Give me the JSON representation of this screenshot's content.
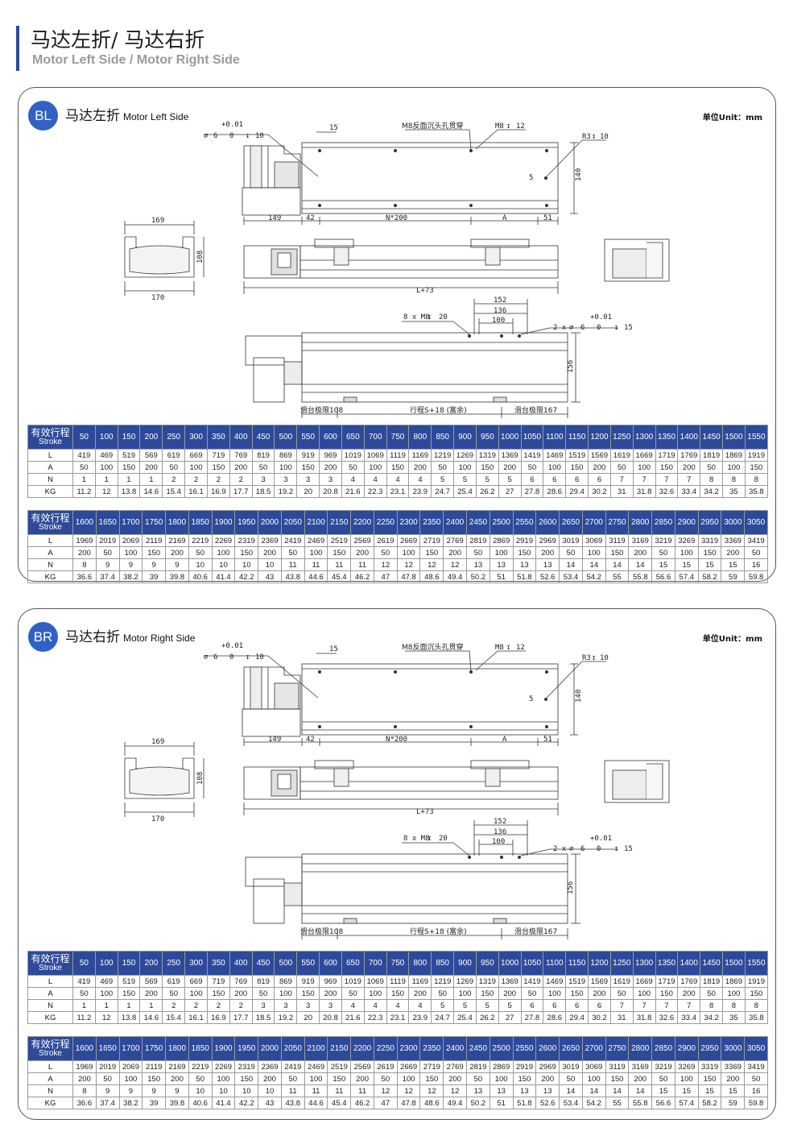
{
  "header": {
    "title": "马达左折/ 马达右折",
    "subtitle": "Motor Left Side / Motor Right Side"
  },
  "colors": {
    "accent": "#2d4a9a",
    "badge": "#2f62c4"
  },
  "dimensions": {
    "tol": "+0.01",
    "hole_dia": "6",
    "hole_tol0": "0",
    "depth10": "10",
    "d15": "15",
    "m8_thru": "M8反面沉头孔贯穿",
    "m8": "M8",
    "d12": "12",
    "r3": "R3",
    "r3_depth": "10",
    "d140": "140",
    "d5": "5",
    "d149": "149",
    "d42": "42",
    "n200": "N*200",
    "a": "A",
    "d51": "51",
    "d169": "169",
    "d108": "108",
    "d170": "170",
    "l73": "L+73",
    "d152": "152",
    "d136": "136",
    "d100": "100",
    "m8x8": "8 x M8",
    "d20": "20",
    "x2": "2 x",
    "d156": "156",
    "limit108": "滑台极限108",
    "stroke_s18": "行程S+18 (富余)",
    "limit167": "滑台极限167"
  },
  "sections": [
    {
      "badge": "BL",
      "title_cn": "马达左折",
      "title_en": "Motor Left Side",
      "unit": "单位Unit：mm"
    },
    {
      "badge": "BR",
      "title_cn": "马达右折",
      "title_en": "Motor Right Side",
      "unit": "单位Unit：mm"
    }
  ],
  "table": {
    "label_cn": "有效行程",
    "label_en": "Stroke",
    "rows_labels": [
      "L",
      "A",
      "N",
      "KG"
    ],
    "part1": {
      "stroke": [
        "50",
        "100",
        "150",
        "200",
        "250",
        "300",
        "350",
        "400",
        "450",
        "500",
        "550",
        "600",
        "650",
        "700",
        "750",
        "800",
        "850",
        "900",
        "950",
        "1000",
        "1050",
        "1100",
        "1150",
        "1200",
        "1250",
        "1300",
        "1350",
        "1400",
        "1450",
        "1500",
        "1550"
      ],
      "L": [
        "419",
        "469",
        "519",
        "569",
        "619",
        "669",
        "719",
        "769",
        "819",
        "869",
        "919",
        "969",
        "1019",
        "1069",
        "1119",
        "1169",
        "1219",
        "1269",
        "1319",
        "1369",
        "1419",
        "1469",
        "1519",
        "1569",
        "1619",
        "1669",
        "1719",
        "1769",
        "1819",
        "1869",
        "1919"
      ],
      "A": [
        "50",
        "100",
        "150",
        "200",
        "50",
        "100",
        "150",
        "200",
        "50",
        "100",
        "150",
        "200",
        "50",
        "100",
        "150",
        "200",
        "50",
        "100",
        "150",
        "200",
        "50",
        "100",
        "150",
        "200",
        "50",
        "100",
        "150",
        "200",
        "50",
        "100",
        "150"
      ],
      "N": [
        "1",
        "1",
        "1",
        "1",
        "2",
        "2",
        "2",
        "2",
        "3",
        "3",
        "3",
        "3",
        "4",
        "4",
        "4",
        "4",
        "5",
        "5",
        "5",
        "5",
        "6",
        "6",
        "6",
        "6",
        "7",
        "7",
        "7",
        "7",
        "8",
        "8",
        "8"
      ],
      "KG": [
        "11.2",
        "12",
        "13.8",
        "14.6",
        "15.4",
        "16.1",
        "16.9",
        "17.7",
        "18.5",
        "19.2",
        "20",
        "20.8",
        "21.6",
        "22.3",
        "23.1",
        "23.9",
        "24.7",
        "25.4",
        "26.2",
        "27",
        "27.8",
        "28.6",
        "29.4",
        "30.2",
        "31",
        "31.8",
        "32.6",
        "33.4",
        "34.2",
        "35",
        "35.8"
      ]
    },
    "part2": {
      "stroke": [
        "1600",
        "1650",
        "1700",
        "1750",
        "1800",
        "1850",
        "1900",
        "1950",
        "2000",
        "2050",
        "2100",
        "2150",
        "2200",
        "2250",
        "2300",
        "2350",
        "2400",
        "2450",
        "2500",
        "2550",
        "2600",
        "2650",
        "2700",
        "2750",
        "2800",
        "2850",
        "2900",
        "2950",
        "3000",
        "3050"
      ],
      "L": [
        "1969",
        "2019",
        "2069",
        "2119",
        "2169",
        "2219",
        "2269",
        "2319",
        "2369",
        "2419",
        "2469",
        "2519",
        "2569",
        "2619",
        "2669",
        "2719",
        "2769",
        "2819",
        "2869",
        "2919",
        "2969",
        "3019",
        "3069",
        "3119",
        "3169",
        "3219",
        "3269",
        "3319",
        "3369",
        "3419"
      ],
      "A": [
        "200",
        "50",
        "100",
        "150",
        "200",
        "50",
        "100",
        "150",
        "200",
        "50",
        "100",
        "150",
        "200",
        "50",
        "100",
        "150",
        "200",
        "50",
        "100",
        "150",
        "200",
        "50",
        "100",
        "150",
        "200",
        "50",
        "100",
        "150",
        "200",
        "50"
      ],
      "N": [
        "8",
        "9",
        "9",
        "9",
        "9",
        "10",
        "10",
        "10",
        "10",
        "11",
        "11",
        "11",
        "11",
        "12",
        "12",
        "12",
        "12",
        "13",
        "13",
        "13",
        "13",
        "14",
        "14",
        "14",
        "14",
        "15",
        "15",
        "15",
        "15",
        "16"
      ],
      "KG": [
        "36.6",
        "37.4",
        "38.2",
        "39",
        "39.8",
        "40.6",
        "41.4",
        "42.2",
        "43",
        "43.8",
        "44.6",
        "45.4",
        "46.2",
        "47",
        "47.8",
        "48.6",
        "49.4",
        "50.2",
        "51",
        "51.8",
        "52.6",
        "53.4",
        "54.2",
        "55",
        "55.8",
        "56.6",
        "57.4",
        "58.2",
        "59",
        "59.8"
      ]
    }
  }
}
